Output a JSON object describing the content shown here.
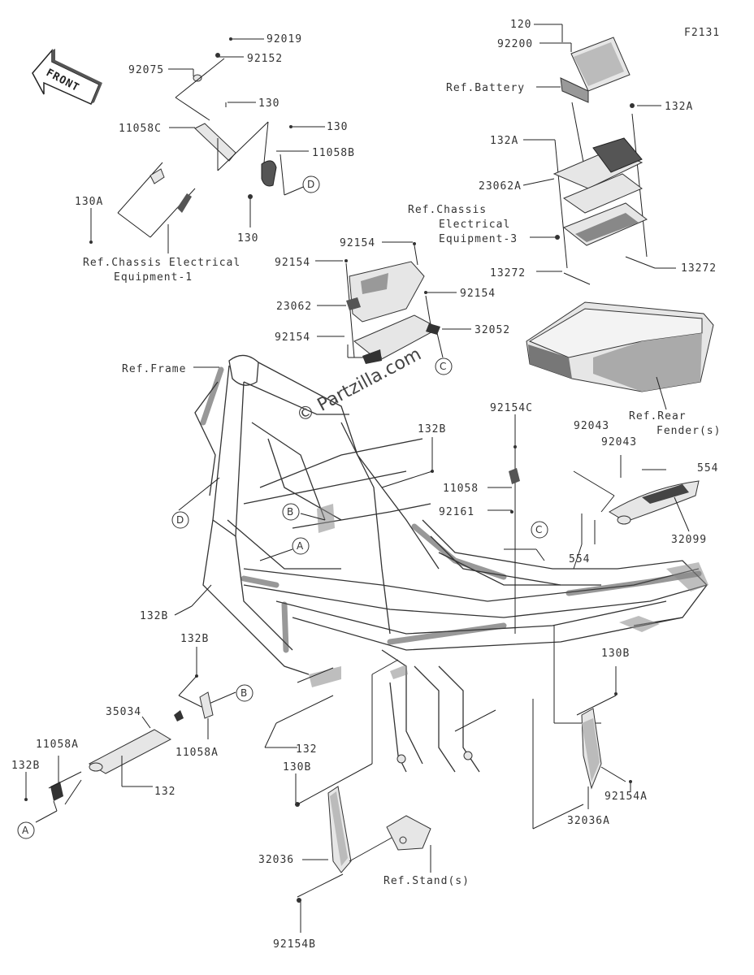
{
  "diagram_code": "F2131",
  "watermark": "© Partzilla.com",
  "direction_label": "FRONT",
  "part_labels": {
    "p92019": "92019",
    "p92075": "92075",
    "p92152": "92152",
    "p130a": "130",
    "p11058c": "11058C",
    "p130b": "130",
    "p11058b": "11058B",
    "p130c": "130",
    "p130A": "130A",
    "ref_chassis1_l1": "Ref.Chassis Electrical",
    "ref_chassis1_l2": "Equipment-1",
    "p120": "120",
    "p92200": "92200",
    "ref_battery": "Ref.Battery",
    "p132a_1": "132A",
    "p132a_2": "132A",
    "p23062a": "23062A",
    "ref_chassis3_l1": "Ref.Chassis",
    "ref_chassis3_l2": "Electrical",
    "ref_chassis3_l3": "Equipment-3",
    "p13272_l": "13272",
    "p13272_r": "13272",
    "p92154_1": "92154",
    "p92154_2": "92154",
    "p23062": "23062",
    "p92154_3": "92154",
    "p92154_4": "92154",
    "p32052": "32052",
    "ref_frame": "Ref.Frame",
    "ref_rear_l1": "Ref.Rear",
    "ref_rear_l2": "Fender(s)",
    "p92154c": "92154C",
    "p92043_1": "92043",
    "p92043_2": "92043",
    "p554_1": "554",
    "p132b_1": "132B",
    "p11058": "11058",
    "p92161": "92161",
    "p554_2": "554",
    "p32099": "32099",
    "p132b_2": "132B",
    "p132b_3": "132B",
    "p130b_1": "130B",
    "p35034": "35034",
    "p11058a_1": "11058A",
    "p11058a_2": "11058A",
    "p132b_4": "132B",
    "p132_1": "132",
    "p132_2": "132",
    "p130b_2": "130B",
    "p92154a": "92154A",
    "p32036a": "32036A",
    "p32036": "32036",
    "ref_stand": "Ref.Stand(s)",
    "p92154b": "92154B"
  },
  "callouts": {
    "d_top": "D",
    "d_left": "D",
    "c_top": "C",
    "c_mid": "C",
    "b_frame": "B",
    "a_frame": "A",
    "b_low": "B",
    "a_low": "A"
  }
}
